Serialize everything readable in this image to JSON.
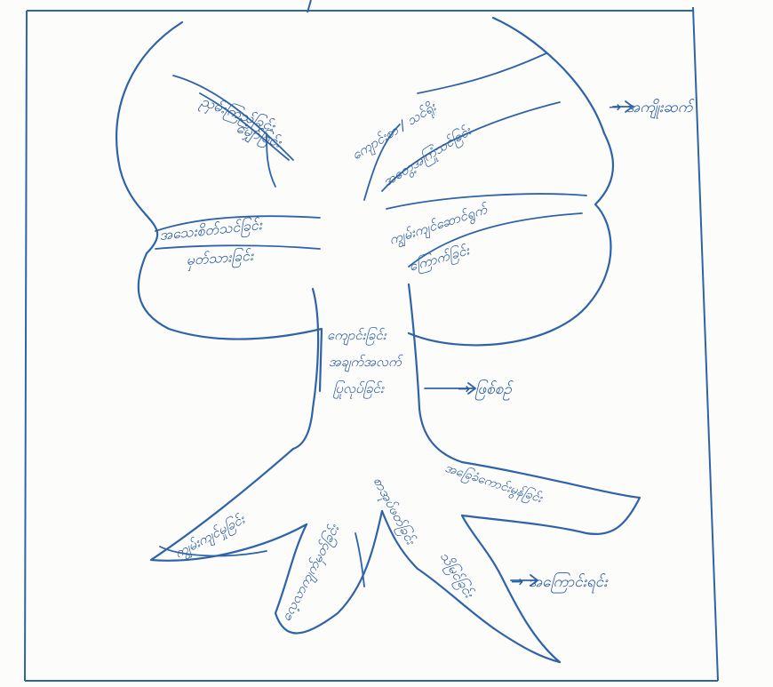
{
  "diagram": {
    "ink_color": "#2f63a8",
    "paper_color": "#fcfcfb",
    "canopy_labels": [
      {
        "id": "c1",
        "text": "ညှမ်းကြည့်ခြင်း"
      },
      {
        "id": "c2",
        "text": "မျှော်ခြင်း"
      },
      {
        "id": "c3",
        "text": "ကျောင်းစာ / သင်ရိုး"
      },
      {
        "id": "c4",
        "text": "အတွေ့အကြုံသင်ခြင်း"
      },
      {
        "id": "c5",
        "text": "အသေးစိတ်သင်ခြင်း"
      },
      {
        "id": "c6",
        "text": "မှတ်သားခြင်း"
      },
      {
        "id": "c7",
        "text": "ကျွမ်းကျင်ဆောင်ရွက်"
      },
      {
        "id": "c8",
        "text": "ကြောက်ခြင်း"
      }
    ],
    "trunk_labels": [
      {
        "id": "t1",
        "text": "ကျောင်းခြင်း"
      },
      {
        "id": "t2",
        "text": "အချက်အလက်"
      },
      {
        "id": "t3",
        "text": "ပြုလုပ်ခြင်း"
      }
    ],
    "root_labels": [
      {
        "id": "r1",
        "text": "ကျွမ်းကျင်မှုခြင်း"
      },
      {
        "id": "r2",
        "text": "လေ့လာကျက်မှတ်ခြင်း"
      },
      {
        "id": "r3",
        "text": "စာအုပ်ဖတ်ခြင်း"
      },
      {
        "id": "r4",
        "text": "သိမြင်ခြင်း"
      },
      {
        "id": "r5",
        "text": "အခြေခံကောင်းမွန်ခြင်း"
      }
    ],
    "side_notes": {
      "top_right": "→ အကျိုးဆက်",
      "middle_right": "→ ဖြစ်စဉ်",
      "bottom_right": "→ အကြောင်းရင်း"
    }
  }
}
